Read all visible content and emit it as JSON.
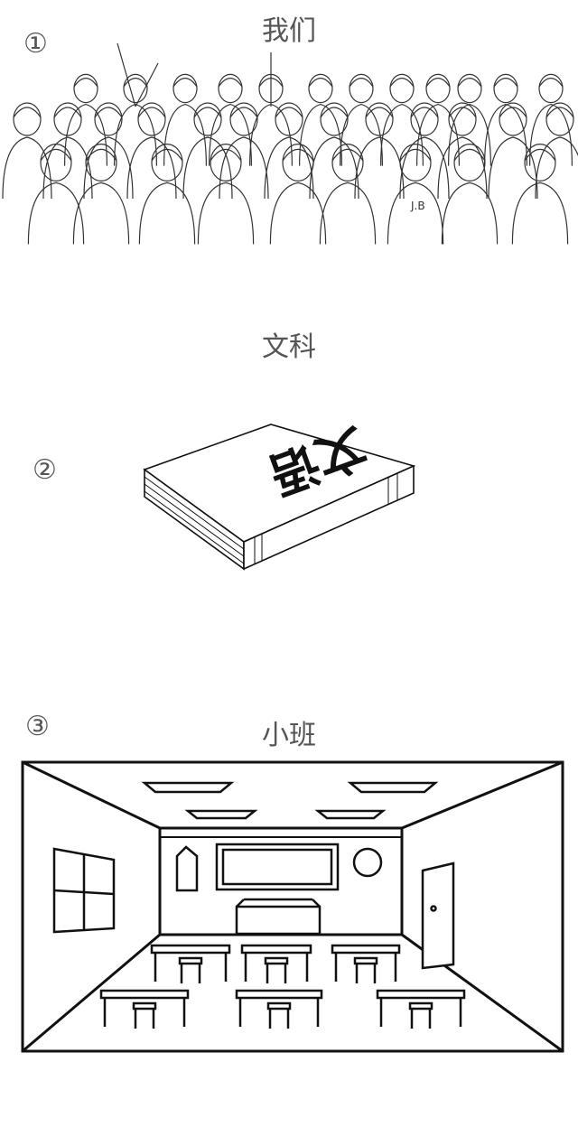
{
  "panels": [
    {
      "number": "①",
      "caption": "我们",
      "illustration": "group-photo-sketch",
      "shirt_text": "J.B"
    },
    {
      "number": "②",
      "caption": "文科",
      "illustration": "book-sketch",
      "book_cover_text": "文语"
    },
    {
      "number": "③",
      "caption": "小班",
      "illustration": "classroom-sketch"
    }
  ]
}
